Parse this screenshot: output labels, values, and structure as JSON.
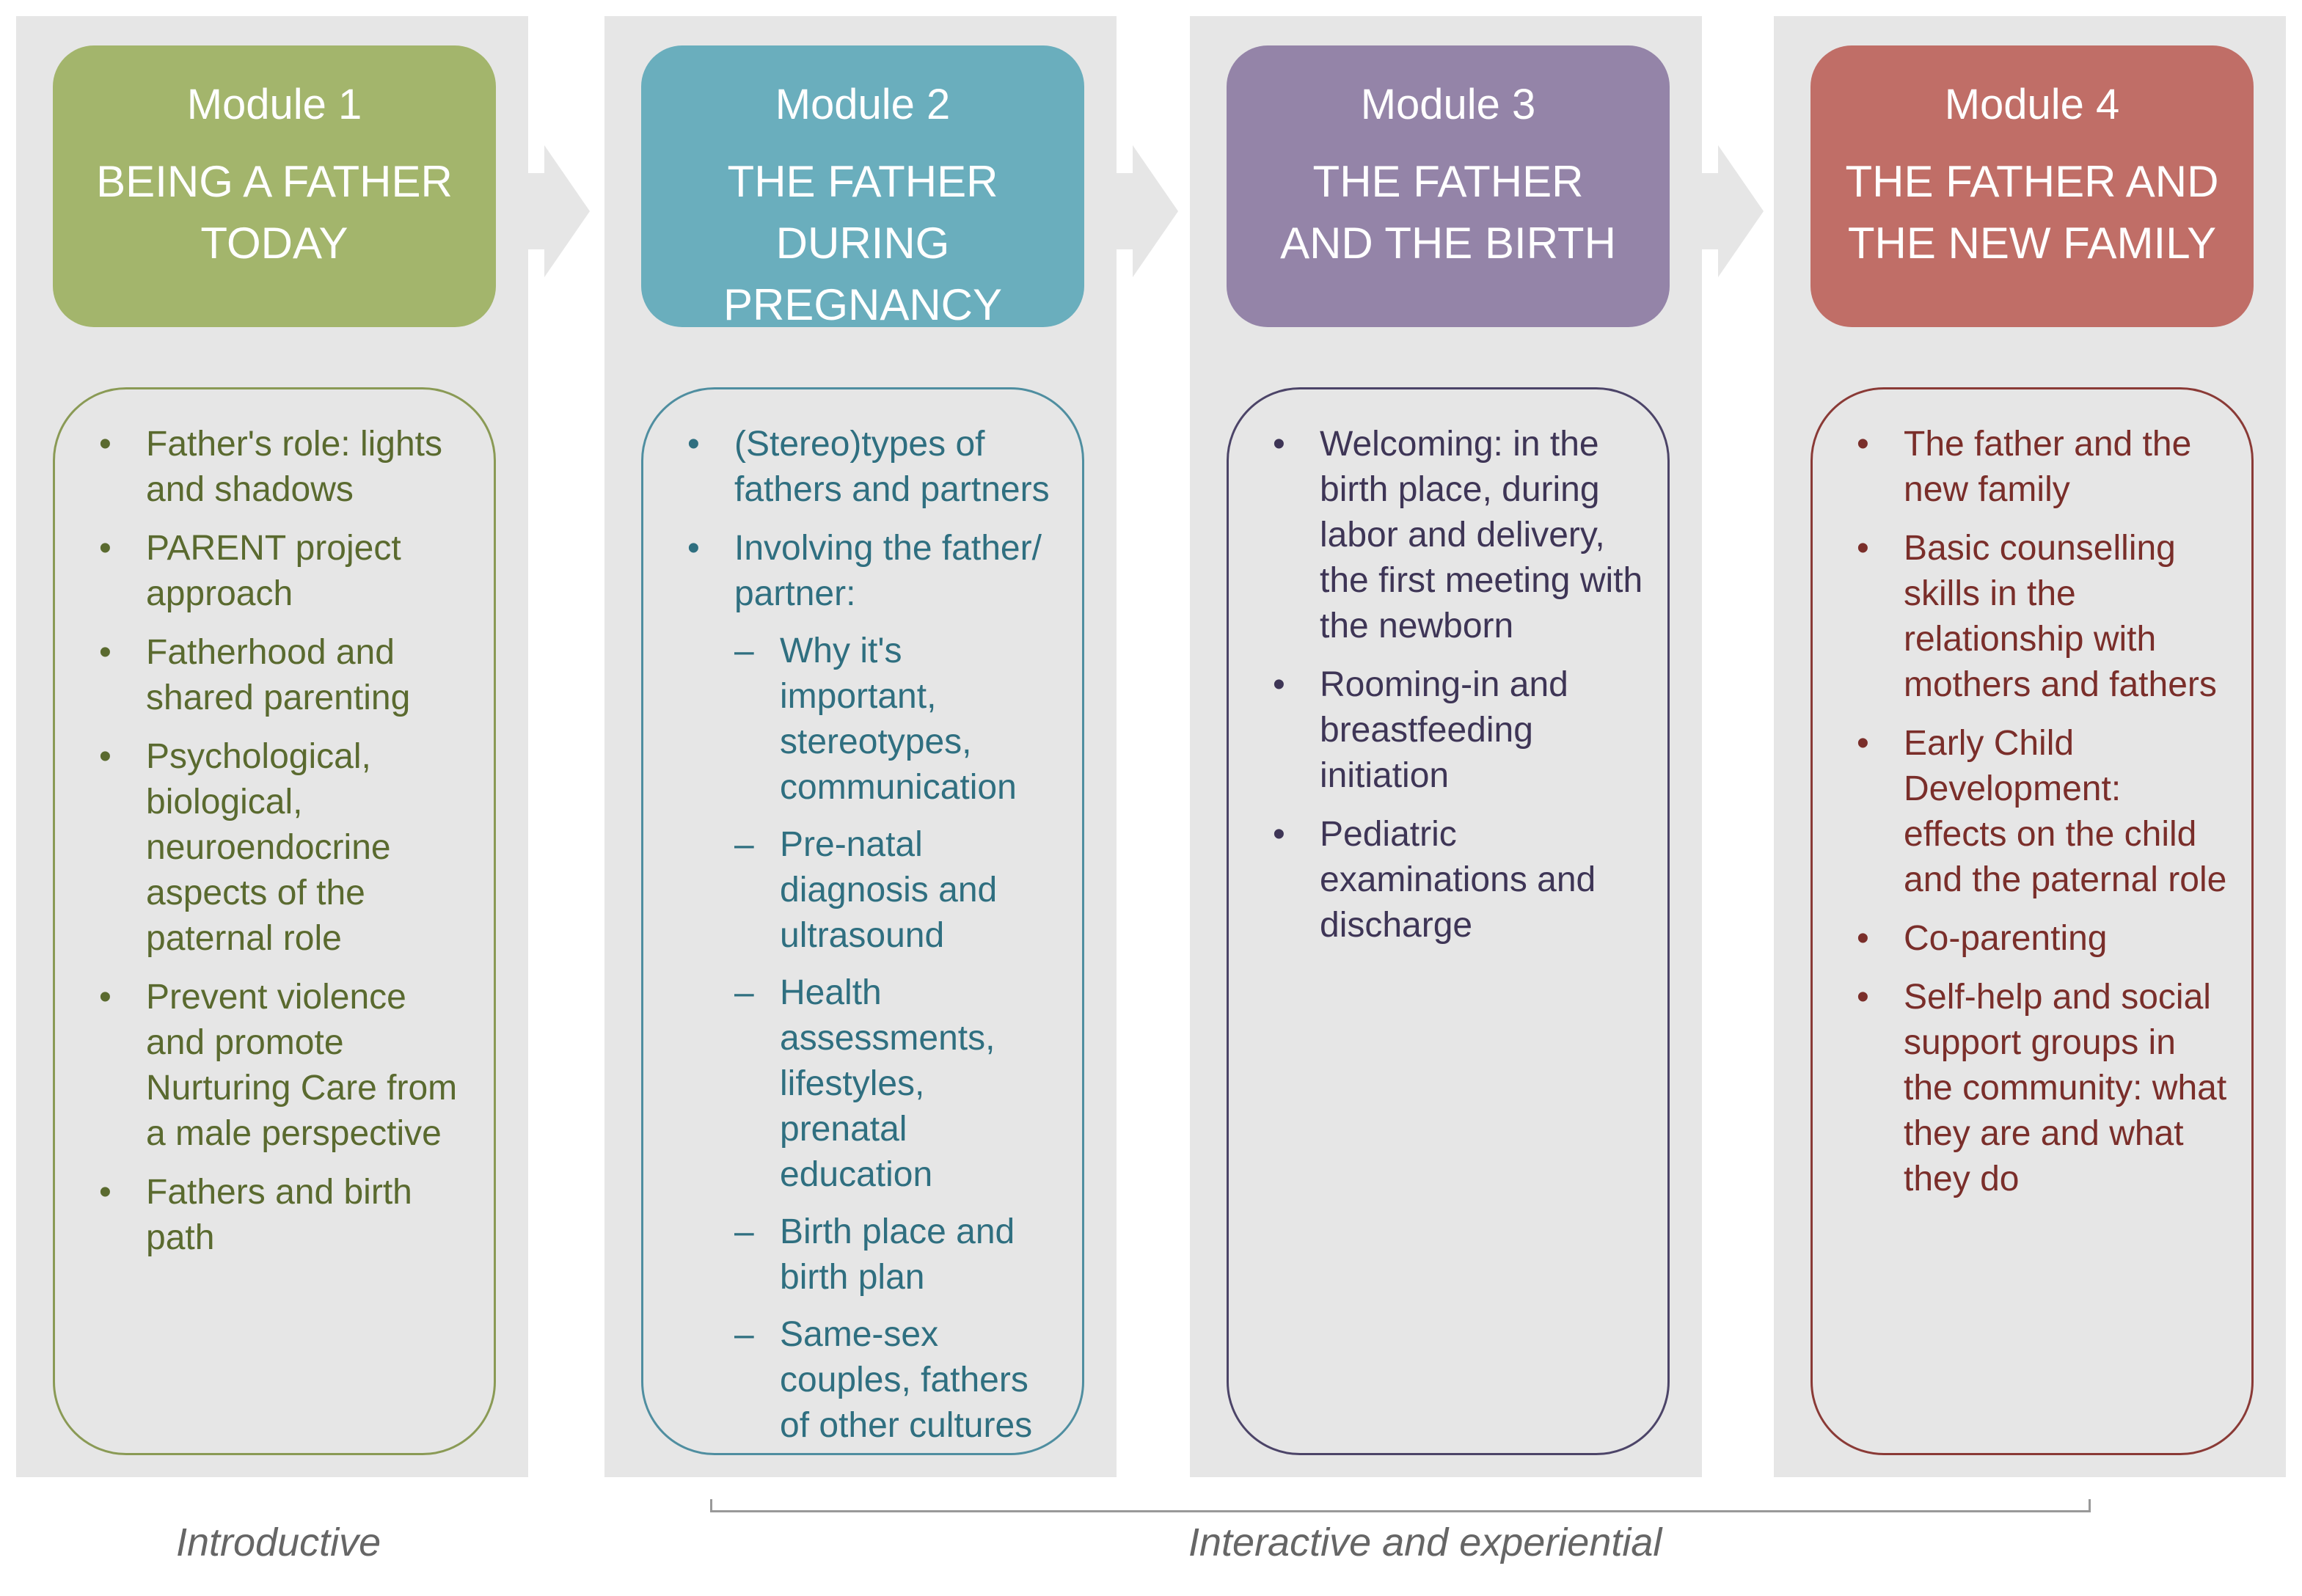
{
  "modules": [
    {
      "module_label": "Module 1",
      "title": "BEING A FATHER\nTODAY",
      "header_color": "#a3b56c",
      "text_color": "#5a6a2f",
      "border_color": "#8a9a55",
      "items": [
        {
          "text": "Father's role: lights and shadows"
        },
        {
          "text": "PARENT project approach"
        },
        {
          "text": "Fatherhood and shared parenting"
        },
        {
          "text": "Psychological, biological, neuroendocrine aspects of the paternal role"
        },
        {
          "text": "Prevent violence and promote Nurturing Care from a male perspective"
        },
        {
          "text": "Fathers and birth path"
        }
      ]
    },
    {
      "module_label": "Module 2",
      "title": "THE FATHER DURING\nPREGNANCY",
      "header_color": "#6aaebd",
      "text_color": "#2f6f80",
      "border_color": "#4f8ea0",
      "items": [
        {
          "text": "(Stereo)types of fathers and partners"
        },
        {
          "text": "Involving the father/ partner:",
          "sub": [
            "Why it's important, stereotypes, communication",
            "Pre-natal diagnosis and ultrasound",
            "Health assessments, lifestyles, prenatal education",
            "Birth place and birth plan",
            "Same-sex couples, fathers of other cultures"
          ]
        }
      ]
    },
    {
      "module_label": "Module 3",
      "title": "THE FATHER\nAND THE BIRTH",
      "header_color": "#9484a8",
      "text_color": "#3e3556",
      "border_color": "#4c4468",
      "items": [
        {
          "text": "Welcoming: in the birth place, during labor and delivery, the first meeting with the newborn"
        },
        {
          "text": "Rooming-in and breastfeeding initiation"
        },
        {
          "text": "Pediatric examinations and discharge"
        }
      ]
    },
    {
      "module_label": "Module 4",
      "title": "THE FATHER AND\nTHE NEW FAMILY",
      "header_color": "#c06e67",
      "text_color": "#7a2e2a",
      "border_color": "#8a3a36",
      "items": [
        {
          "text": "The father and the new family"
        },
        {
          "text": "Basic counselling skills in the relationship with mothers and fathers"
        },
        {
          "text": "Early Child Development: effects on the child and the paternal role"
        },
        {
          "text": "Co-parenting"
        },
        {
          "text": "Self-help and social support groups in the community: what they are and what they do"
        }
      ]
    }
  ],
  "footer": {
    "introductive": "Introductive",
    "interactive": "Interactive and experiential"
  }
}
